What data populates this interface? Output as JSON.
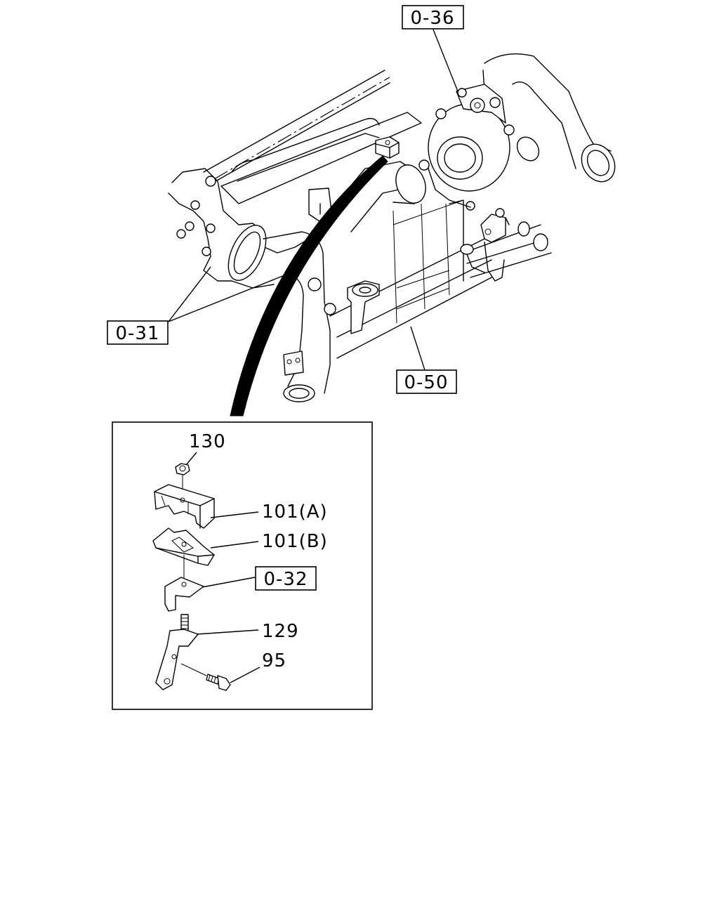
{
  "callouts": {
    "ref_0_36": "0-36",
    "ref_0_31": "0-31",
    "ref_0_50": "0-50",
    "ref_0_32": "0-32"
  },
  "parts": {
    "part_130": "130",
    "part_101a": "101(A)",
    "part_101b": "101(B)",
    "part_129": "129",
    "part_95": "95"
  }
}
